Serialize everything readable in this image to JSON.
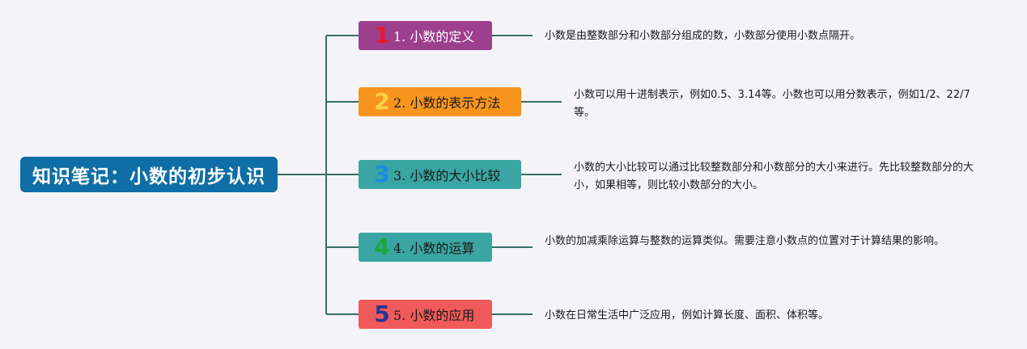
{
  "root": {
    "title": "知识笔记：小数的初步认识"
  },
  "colors": {
    "line": "#3a6e68",
    "root": "#0e6ea5",
    "background": "#f4f4f8"
  },
  "branches": [
    {
      "number": "1",
      "number_color": "#e8192c",
      "label": "1. 小数的定义",
      "color": "#9d3f8f",
      "description": "小数是由整数部分和小数部分组成的数，小数部分使用小数点隔开。"
    },
    {
      "number": "2",
      "number_color": "#ffd23f",
      "label": "2. 小数的表示方法",
      "color": "#f7941d",
      "description": "小数可以用十进制表示，例如0.5、3.14等。小数也可以用分数表示，例如1/2、22/7等。"
    },
    {
      "number": "3",
      "number_color": "#1e88e5",
      "label": "3. 小数的大小比较",
      "color": "#3aa5a2",
      "description": "小数的大小比较可以通过比较整数部分和小数部分的大小来进行。先比较整数部分的大小，如果相等，则比较小数部分的大小。"
    },
    {
      "number": "4",
      "number_color": "#1fa83a",
      "label": "4. 小数的运算",
      "color": "#3aa5a2",
      "description": "小数的加减乘除运算与整数的运算类似。需要注意小数点的位置对于计算结果的影响。"
    },
    {
      "number": "5",
      "number_color": "#283593",
      "label": "5. 小数的应用",
      "color": "#f05a5a",
      "description": "小数在日常生活中广泛应用，例如计算长度、面积、体积等。"
    }
  ]
}
